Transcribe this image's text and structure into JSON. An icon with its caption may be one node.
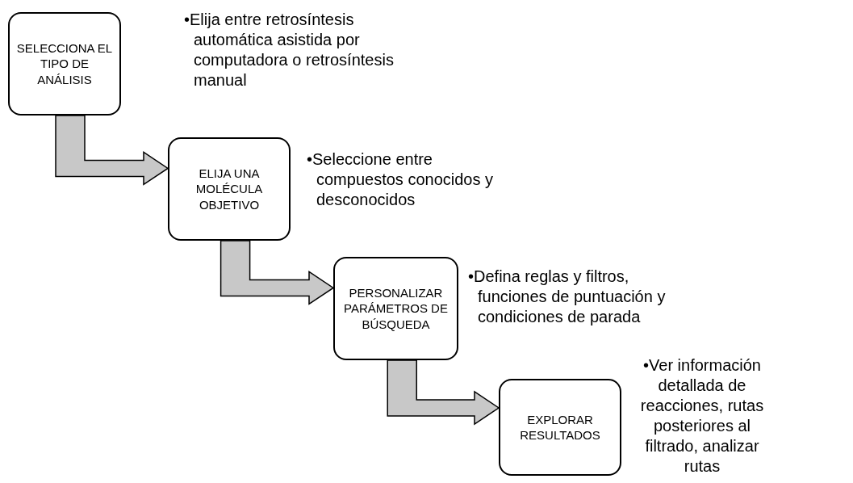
{
  "diagram": {
    "nodes": [
      {
        "text": [
          "SELECCIONA EL TIPO DE ANÁLISIS"
        ],
        "beside": [
          "•Elija entre retrosíntesis automática asistida por computadora o retrosíntesis manual"
        ]
      },
      {
        "text": [
          "ELIJA UNA MOLÉCULA OBJETIVO"
        ],
        "beside": [
          "•Seleccione entre compuestos conocidos y desconocidos"
        ]
      },
      {
        "text": [
          "PERSONALIZAR PARÁMETROS DE BÚSQUEDA"
        ],
        "beside": [
          "•Defina reglas y filtros, funciones de puntuación y condiciones de parada"
        ]
      },
      {
        "text": [
          "EXPLORAR RESULTADOS"
        ],
        "beside": [
          "•Ver información detallada de reacciones, rutas posteriores al filtrado, analizar rutas"
        ]
      }
    ],
    "edges": [
      {
        "from": 0,
        "to": 1,
        "arrow": "to"
      },
      {
        "from": 1,
        "to": 2,
        "arrow": "to"
      },
      {
        "from": 2,
        "to": 3,
        "arrow": "to"
      }
    ]
  }
}
